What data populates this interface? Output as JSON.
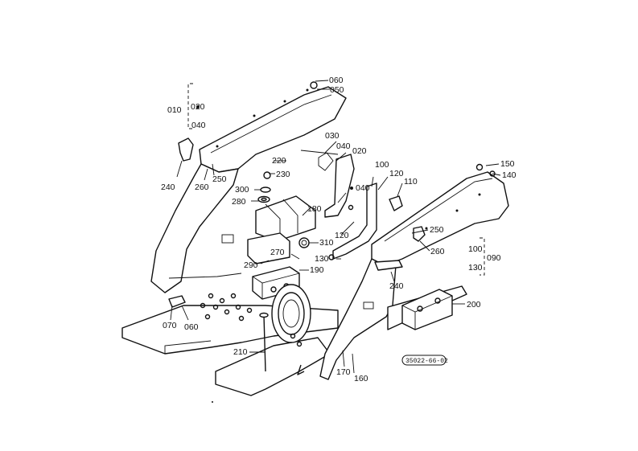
{
  "diagram": {
    "drawing_number": "35022-66-02",
    "callouts": {
      "c010": "010",
      "c020a": "020",
      "c020_dash": "⌇",
      "c040a": "040",
      "c060a": "060",
      "c050": "050",
      "c030": "030",
      "c040b": "040",
      "c020b": "020",
      "c220": "220",
      "c230": "230",
      "c300": "300",
      "c280": "280",
      "c180": "180",
      "c310": "310",
      "c290": "290",
      "c270": "270",
      "c190": "190",
      "c240a": "240",
      "c260a": "260",
      "c250a": "250",
      "c100a": "100",
      "c120a": "120",
      "c110": "110",
      "c040c": "040",
      "c120b": "120",
      "c130a": "130",
      "c150": "150",
      "c140": "140",
      "c250b": "250",
      "c260b": "260",
      "c240b": "240",
      "c100b": "100",
      "c090": "090",
      "c130b": "130",
      "c200": "200",
      "c210": "210",
      "c170": "170",
      "c160": "160",
      "c070": "070",
      "c060b": "060"
    }
  }
}
